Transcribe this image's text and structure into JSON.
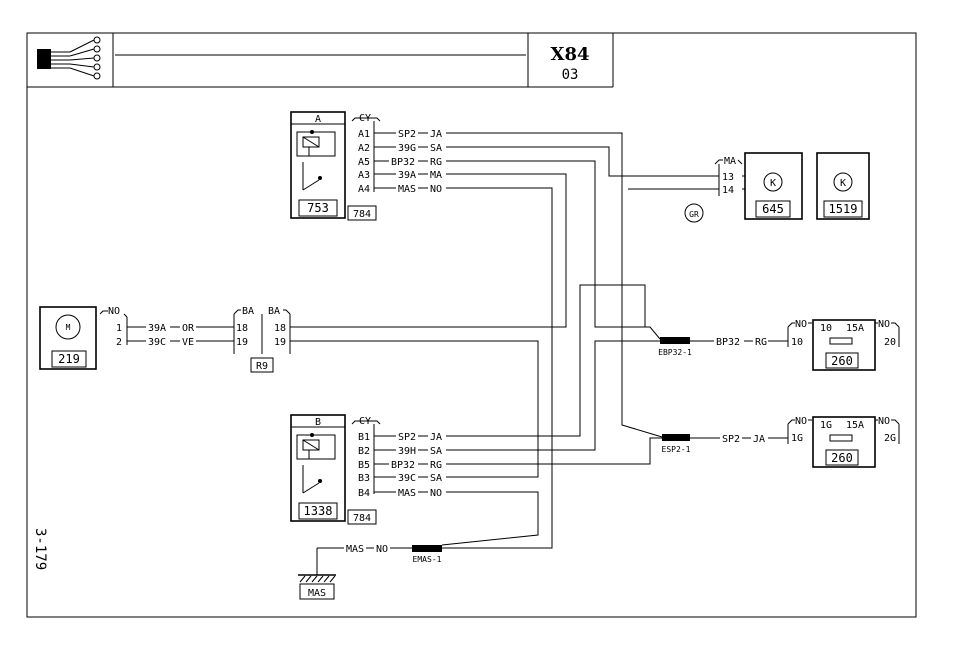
{
  "title_block": {
    "code": "X84",
    "sheet": "03"
  },
  "page_ref": "3-179",
  "relay_a": {
    "letter": "A",
    "prefix": "CY",
    "ref": "753",
    "sub_ref": "784",
    "pins": [
      {
        "pin": "A1",
        "wire": "SP2",
        "color": "JA"
      },
      {
        "pin": "A2",
        "wire": "39G",
        "color": "SA"
      },
      {
        "pin": "A5",
        "wire": "BP32",
        "color": "RG"
      },
      {
        "pin": "A3",
        "wire": "39A",
        "color": "MA"
      },
      {
        "pin": "A4",
        "wire": "MAS",
        "color": "NO"
      }
    ]
  },
  "relay_b": {
    "letter": "B",
    "prefix": "CY",
    "ref": "1338",
    "sub_ref": "784",
    "pins": [
      {
        "pin": "B1",
        "wire": "SP2",
        "color": "JA"
      },
      {
        "pin": "B2",
        "wire": "39H",
        "color": "SA"
      },
      {
        "pin": "B5",
        "wire": "BP32",
        "color": "RG"
      },
      {
        "pin": "B3",
        "wire": "39C",
        "color": "SA"
      },
      {
        "pin": "B4",
        "wire": "MAS",
        "color": "NO"
      }
    ]
  },
  "connector_ma": {
    "label": "MA",
    "pins": [
      "13",
      "14"
    ],
    "ref": "645",
    "tag": "GR"
  },
  "unit_1519": {
    "ref": "1519"
  },
  "motor": {
    "ref": "219",
    "symbol": "M",
    "prefix": "NO",
    "pins": [
      {
        "pin": "1",
        "wire": "39A",
        "color": "OR"
      },
      {
        "pin": "2",
        "wire": "39C",
        "color": "VE"
      }
    ]
  },
  "connector_r9": {
    "ref": "R9",
    "label_left": "BA",
    "label_right": "BA",
    "pins": [
      "18",
      "19"
    ]
  },
  "fuse_top": {
    "ref": "260",
    "prefix_left": "NO",
    "prefix_right": "NO",
    "pin_in": "10",
    "pin_out": "20",
    "inner_label": "10",
    "rating": "15A",
    "wire": "BP32",
    "color": "RG"
  },
  "fuse_bottom": {
    "ref": "260",
    "prefix_left": "NO",
    "prefix_right": "NO",
    "pin_in": "1G",
    "pin_out": "2G",
    "inner_label": "1G",
    "rating": "15A",
    "wire": "SP2",
    "color": "JA"
  },
  "splices": {
    "ebp32": "EBP32-1",
    "esp2": "ESP2-1",
    "emas": "EMAS-1"
  },
  "ground": {
    "label": "MAS",
    "wire": "MAS",
    "color": "NO"
  }
}
